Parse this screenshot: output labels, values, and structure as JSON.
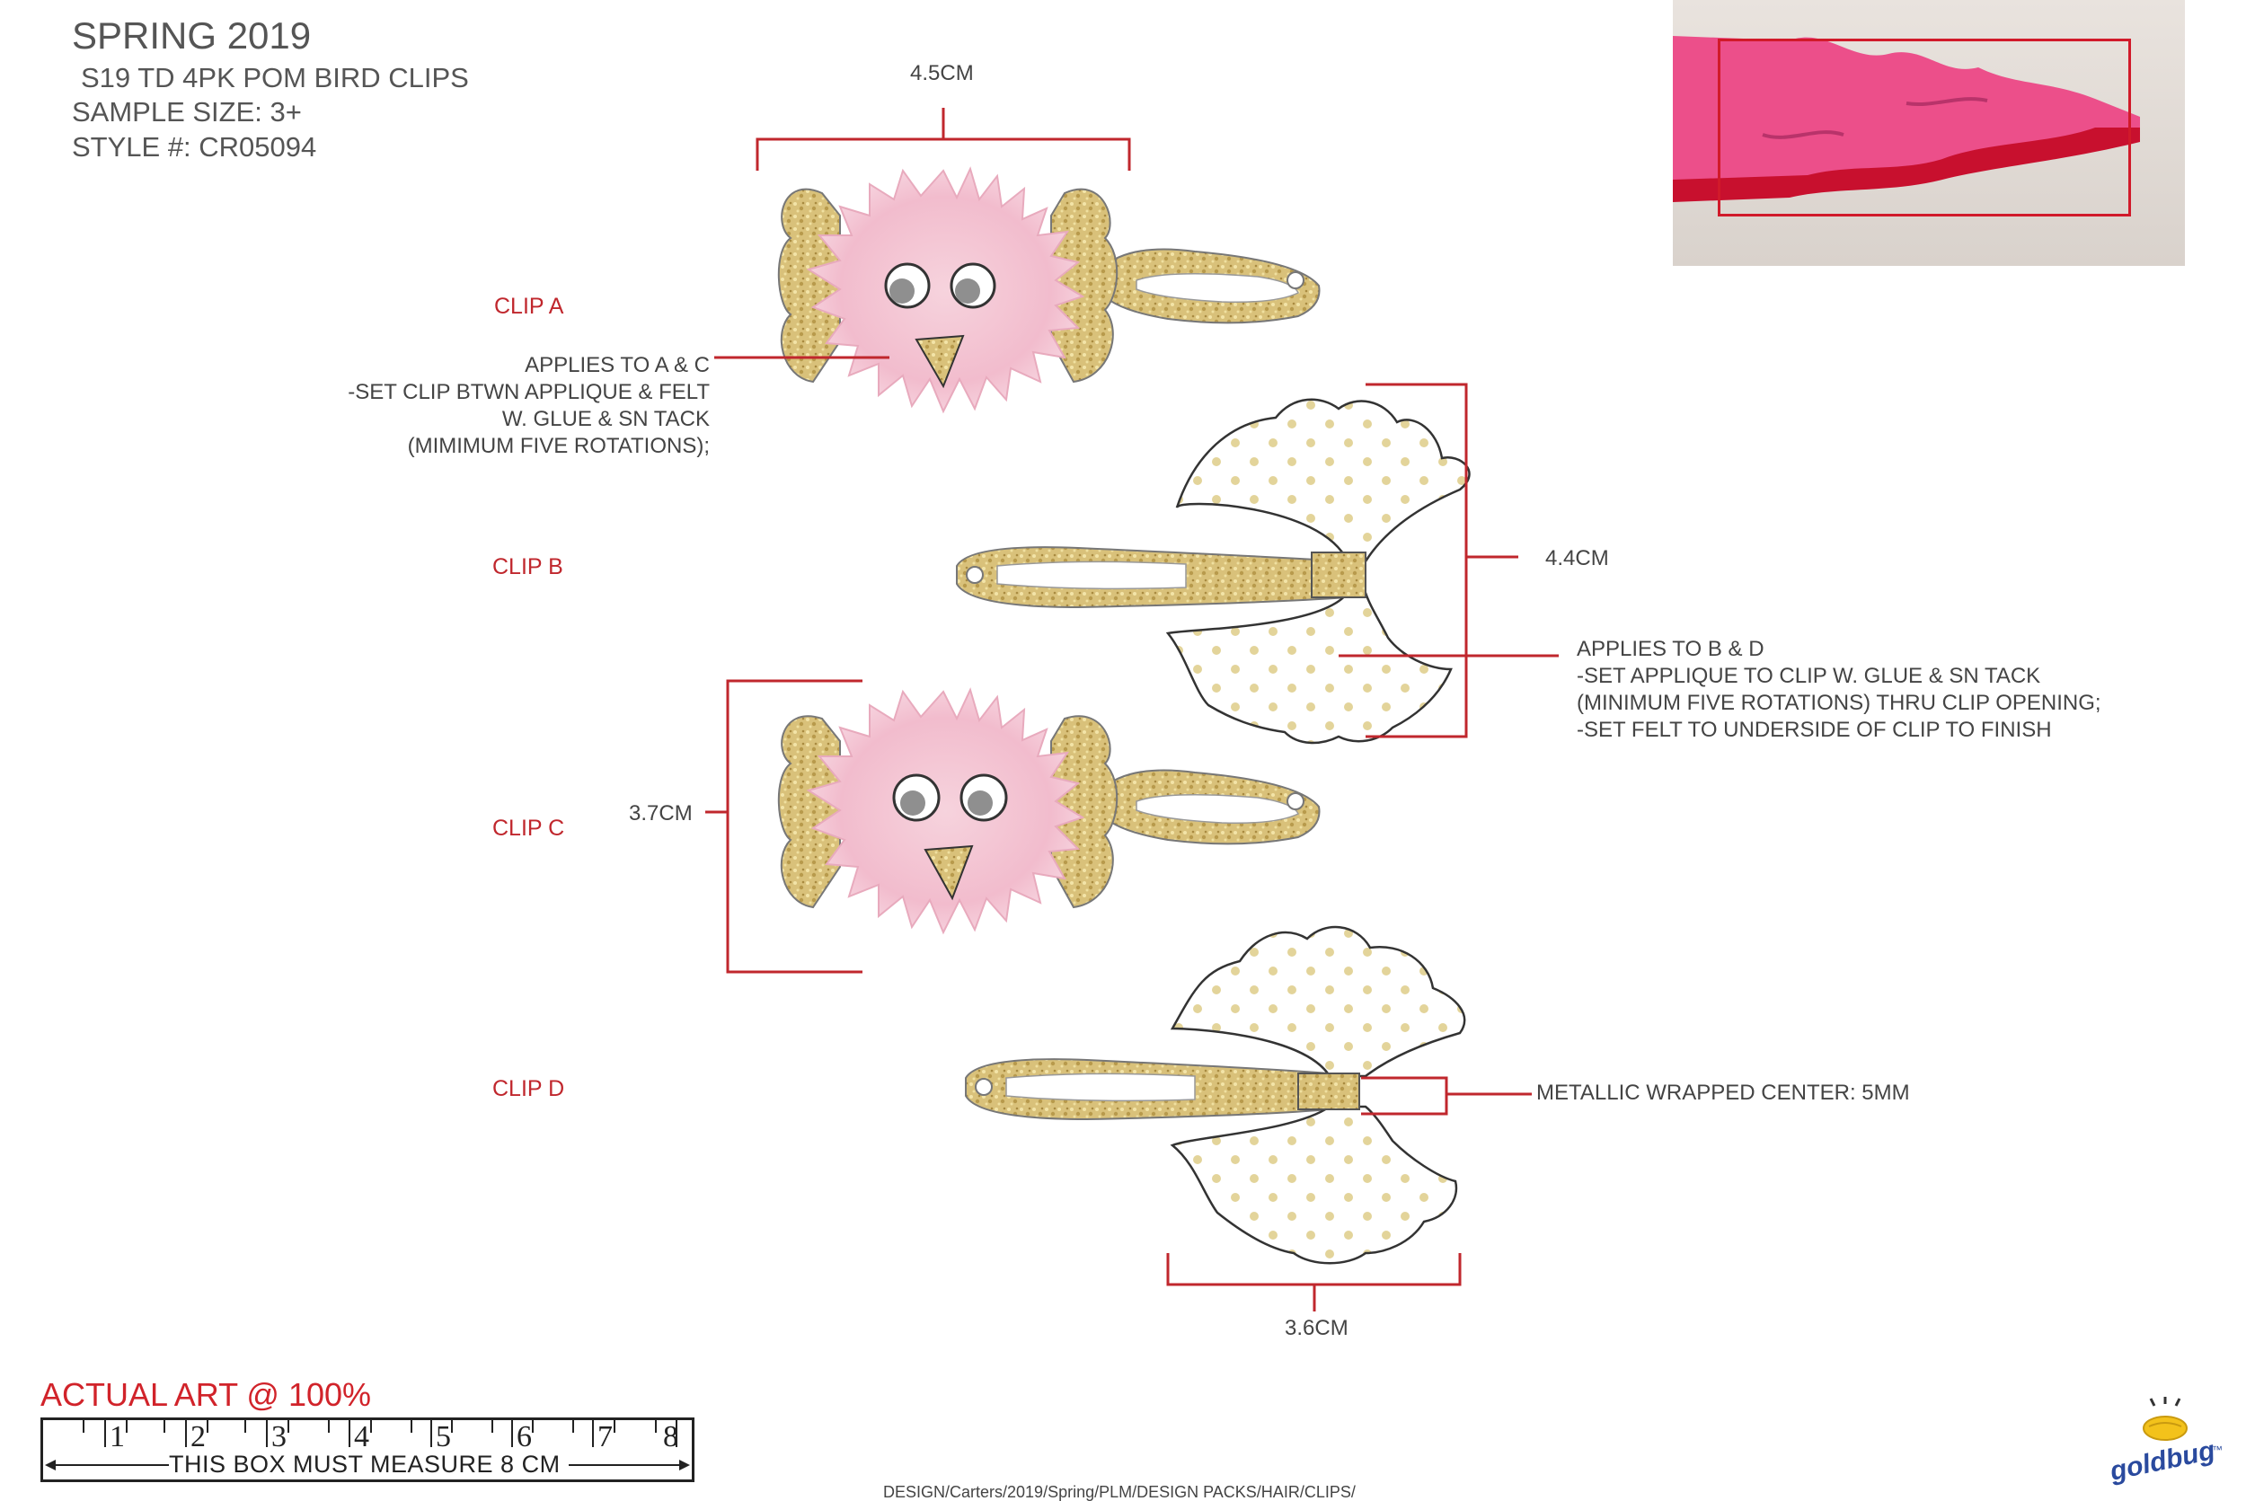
{
  "header": {
    "season": "SPRING 2019",
    "product": "S19 TD 4PK POM BIRD CLIPS",
    "sample_size": "SAMPLE SIZE:  3+",
    "style": "STYLE #: CR05094"
  },
  "clips": [
    {
      "label": "CLIP A"
    },
    {
      "label": "CLIP B"
    },
    {
      "label": "CLIP C"
    },
    {
      "label": "CLIP D"
    }
  ],
  "notes": {
    "a_c": [
      "APPLIES TO A & C",
      "-SET CLIP BTWN APPLIQUE & FELT",
      "W. GLUE & SN TACK",
      "(MIMIMUM FIVE ROTATIONS);"
    ],
    "b_d": [
      "APPLIES TO B & D",
      "-SET APPLIQUE TO CLIP W. GLUE & SN TACK",
      "(MINIMUM FIVE ROTATIONS) THRU CLIP OPENING;",
      "-SET FELT TO UNDERSIDE OF CLIP TO FINISH"
    ],
    "center": "METALLIC WRAPPED CENTER: 5MM"
  },
  "dimensions": {
    "width_a": "4.5CM",
    "height_b": "4.4CM",
    "height_c": "3.7CM",
    "width_d": "3.6CM"
  },
  "ruler": {
    "title": "ACTUAL ART @ 100%",
    "numbers": [
      "1",
      "2",
      "3",
      "4",
      "5",
      "6",
      "7",
      "8"
    ],
    "caption": "THIS BOX MUST MEASURE 8 CM"
  },
  "footer": {
    "path": "DESIGN/Carters/2019/Spring/PLM/DESIGN PACKS/HAIR/CLIPS/"
  },
  "logo": {
    "text": "goldbug",
    "trademark": "™"
  },
  "colors": {
    "accent_red": "#c0272d",
    "glitter_gold": "#d8c27a",
    "pom_pink": "#f4c6d3",
    "photo_pink": "#ec4f8a"
  }
}
